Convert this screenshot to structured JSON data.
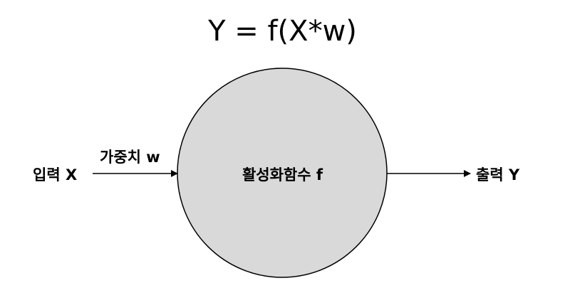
{
  "formula": "Y = f(X*w)",
  "input_label": "입력 X",
  "weight_label": "가중치 w",
  "node_label": "활성화함수 f",
  "output_label": "출력 Y",
  "colors": {
    "node_fill": "#d9d9d9",
    "stroke": "#000000",
    "background": "#ffffff"
  }
}
